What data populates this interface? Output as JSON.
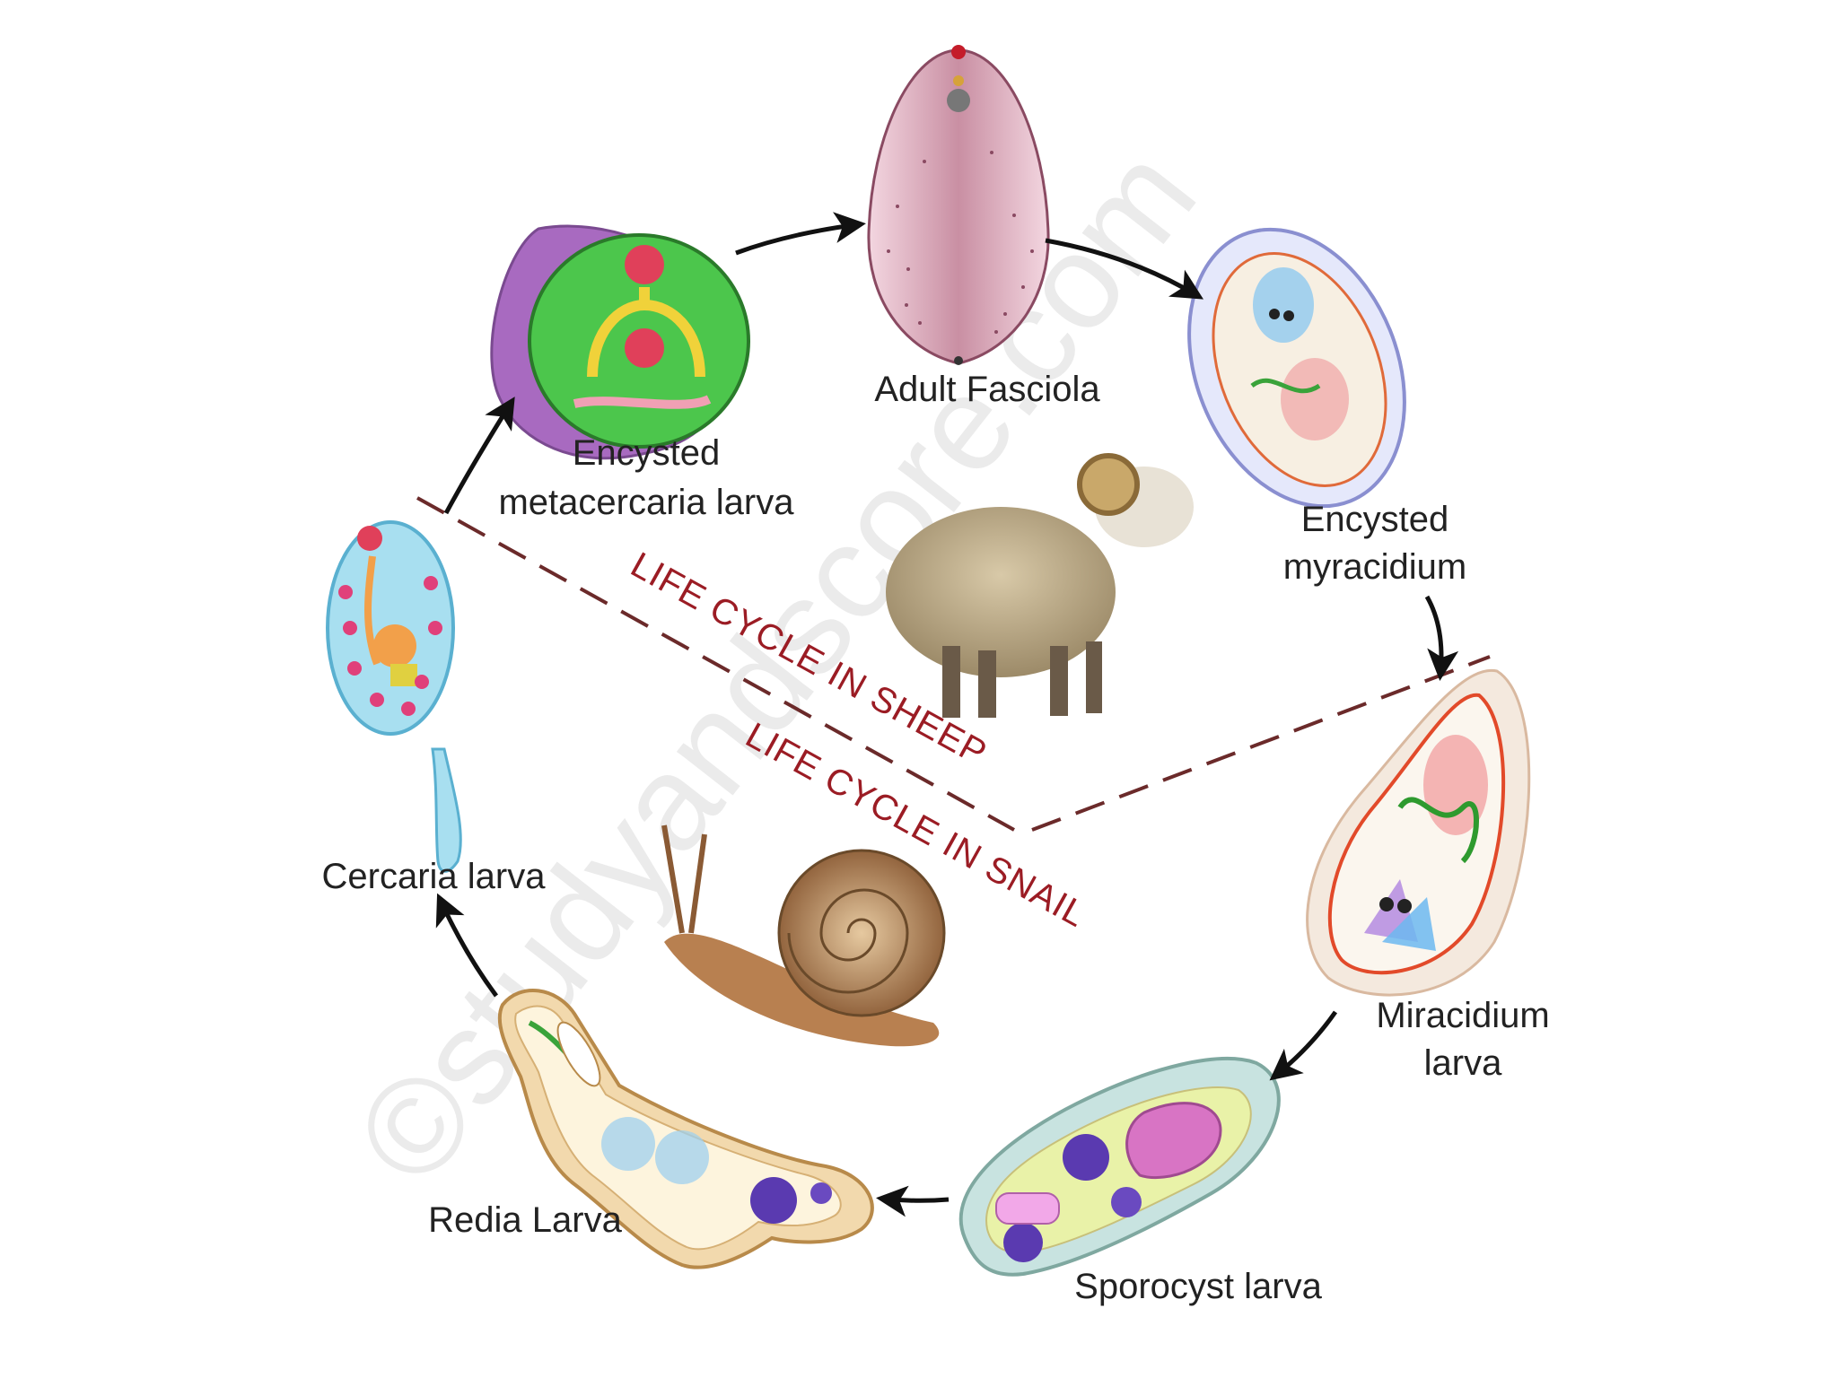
{
  "colors": {
    "arrow": "#111111",
    "boundary": "#6b2a2a",
    "zone_text": "#9b1c24",
    "label_text": "#222222"
  },
  "watermark": "©studyandscore.com",
  "zones": {
    "sheep": "LIFE CYCLE IN SHEEP",
    "snail": "LIFE CYCLE IN SNAIL"
  },
  "hosts": {
    "sheep": "sheep-illustration",
    "snail": "snail-illustration"
  },
  "stages": {
    "adult": {
      "line1": "Adult Fasciola"
    },
    "encysted_myracidium": {
      "line1": "Encysted",
      "line2": "myracidium"
    },
    "miracidium": {
      "line1": "Miracidium",
      "line2": "larva"
    },
    "sporocyst": {
      "line1": "Sporocyst larva"
    },
    "redia": {
      "line1": "Redia Larva"
    },
    "cercaria": {
      "line1": "Cercaria larva"
    },
    "metacercaria": {
      "line1": "Encysted",
      "line2": "metacercaria larva"
    }
  }
}
